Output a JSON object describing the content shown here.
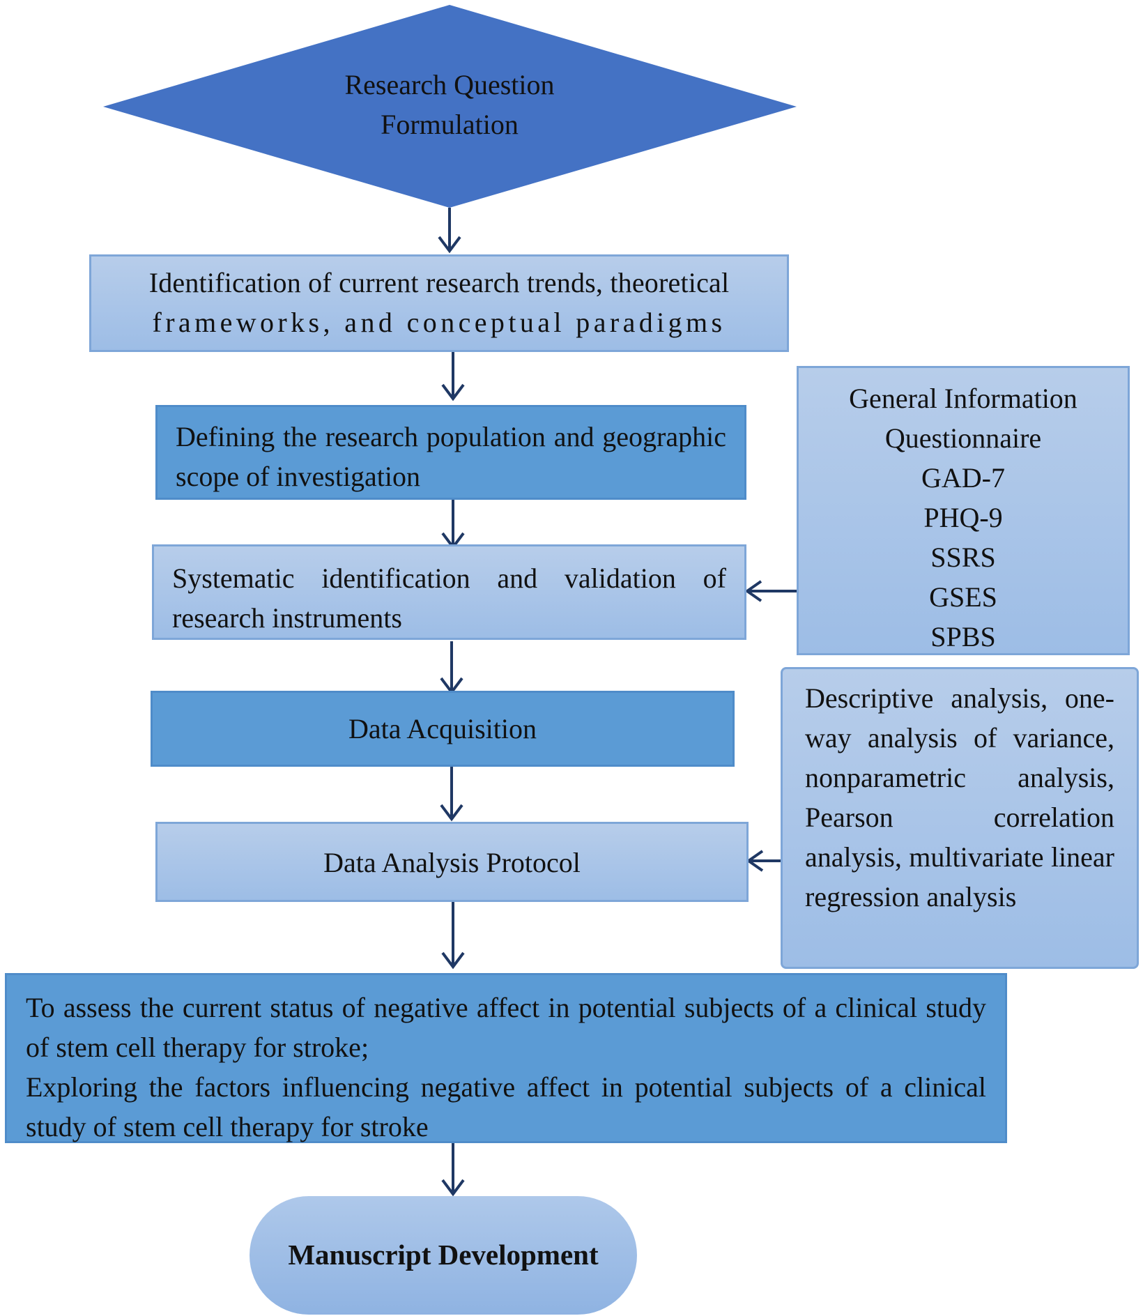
{
  "start": {
    "line1": "Research Question",
    "line2": "Formulation"
  },
  "steps": {
    "trends": {
      "line1": "Identification of current research trends, theoretical",
      "line2": "frameworks, and conceptual paradigms"
    },
    "population": "Defining the research population and geographic scope of investigation",
    "instruments": "Systematic identification and validation of research instruments",
    "acquisition": "Data Acquisition",
    "analysis": "Data Analysis Protocol",
    "aims": {
      "line1": "To assess the current status of negative affect in potential subjects of a clinical study of stem cell therapy for stroke;",
      "line2": "Exploring the factors influencing negative affect in potential subjects of a clinical study of stem cell therapy for stroke"
    }
  },
  "instruments_list": [
    "General Information",
    "Questionnaire",
    "GAD-7",
    "PHQ-9",
    "SSRS",
    "GSES",
    "SPBS"
  ],
  "analysis_methods": "Descriptive analysis, one-way analysis of variance, nonparametric analysis, Pearson correlation analysis, multivariate linear regression analysis",
  "end": "Manuscript Development",
  "colors": {
    "diamond": "#4472c4",
    "mid_box": "#5b9bd5",
    "light_box": "#a9c4e8",
    "arrow": "#1f3864"
  }
}
